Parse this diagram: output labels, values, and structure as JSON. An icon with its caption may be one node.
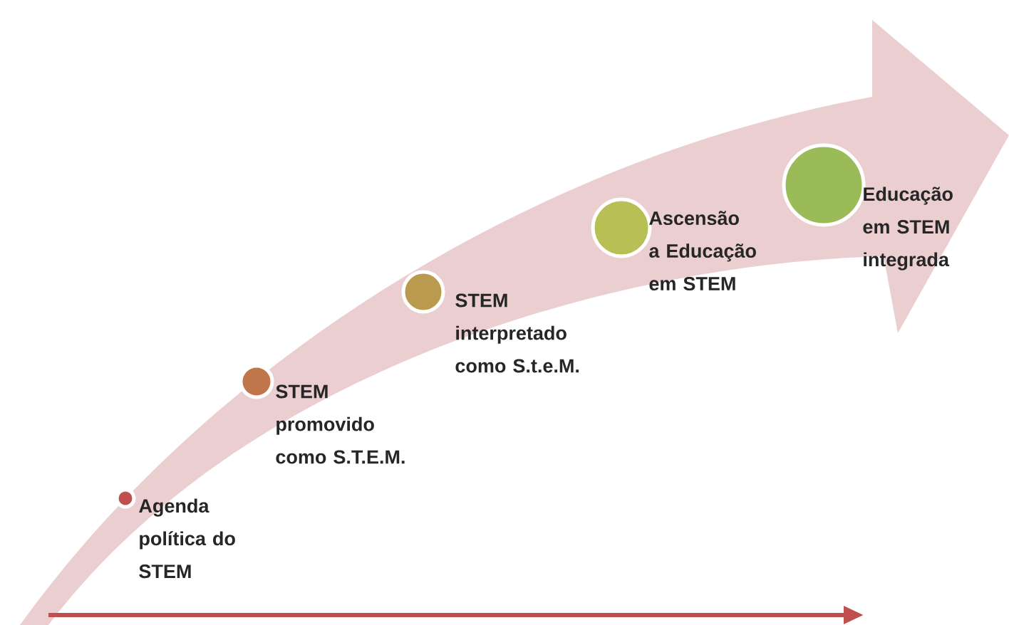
{
  "diagram": {
    "nodes": [
      {
        "text": [],
        "shape": "circle",
        "beside": [
          "Agenda política do STEM"
        ]
      },
      {
        "text": [],
        "shape": "circle",
        "beside": [
          "STEM promovido como S.T.E.M."
        ]
      },
      {
        "text": [],
        "shape": "circle",
        "beside": [
          "STEM interpretado como S.t.e.M."
        ]
      },
      {
        "text": [],
        "shape": "circle",
        "beside": [
          "Ascensão a Educação em STEM"
        ]
      },
      {
        "text": [],
        "shape": "circle",
        "beside": [
          "Educação em STEM integrada"
        ]
      }
    ]
  }
}
